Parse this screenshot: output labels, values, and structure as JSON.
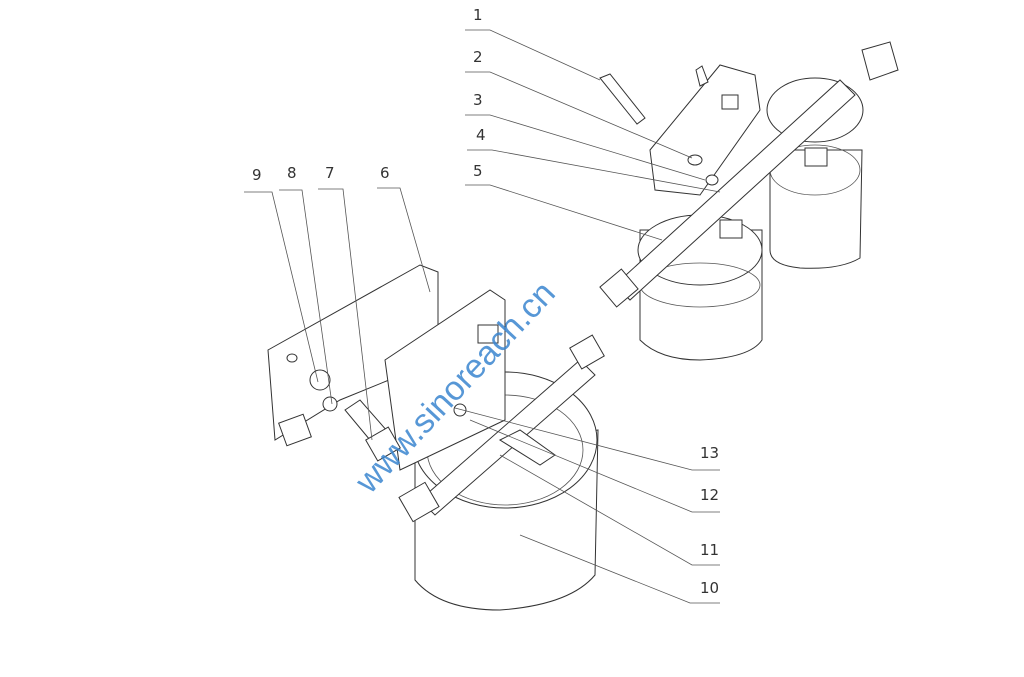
{
  "callouts": [
    "1",
    "2",
    "3",
    "4",
    "5",
    "6",
    "7",
    "8",
    "9",
    "10",
    "11",
    "12",
    "13"
  ],
  "watermark": "www.sinoreach.cn",
  "colors": {
    "line": "#333333",
    "watermark": "#3a86d0"
  }
}
